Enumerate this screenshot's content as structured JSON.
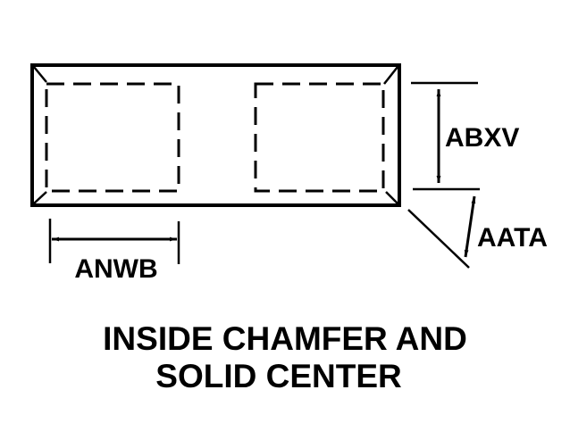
{
  "labels": {
    "height_dim": "ABXV",
    "chamfer_dim": "AATA",
    "width_dim": "ANWB"
  },
  "title": {
    "line1": "INSIDE CHAMFER AND",
    "line2": "SOLID CENTER"
  },
  "colors": {
    "ink": "#000000",
    "background": "#ffffff"
  }
}
